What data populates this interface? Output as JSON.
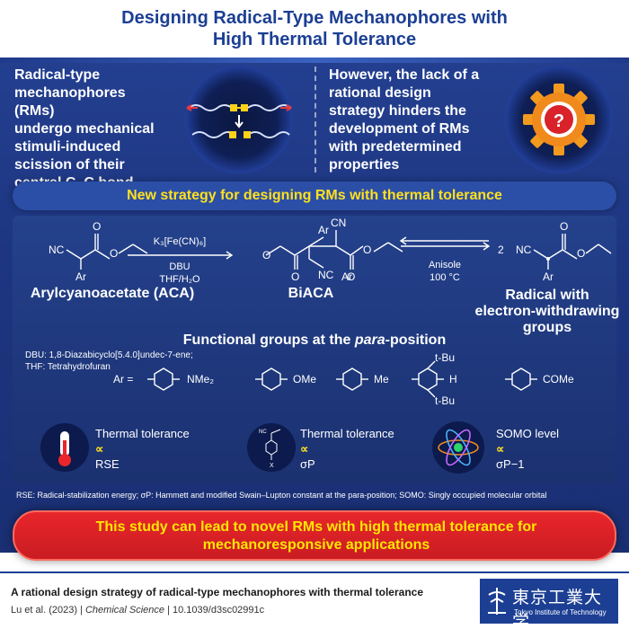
{
  "title": {
    "line1": "Designing Radical-Type Mechanophores with",
    "line2": "High Thermal Tolerance"
  },
  "intro_left": {
    "lines": [
      "Radical-type",
      "mechanophores (RMs)",
      "undergo mechanical",
      "stimuli-induced",
      "scission of their",
      "central C–C bond"
    ]
  },
  "intro_right": {
    "lines": [
      "However, the lack of a",
      "rational design",
      "strategy hinders the",
      "development of RMs",
      "with predetermined",
      "properties"
    ],
    "gear_mark": "?"
  },
  "strategy": {
    "text": "New strategy for designing RMs with thermal tolerance"
  },
  "scheme": {
    "aca_label": "Arylcyanoacetate (ACA)",
    "biaca_label": "BiACA",
    "radical_label_lines": [
      "Radical with",
      "electron-withdrawing",
      "groups"
    ],
    "reagent_oxidant": "K₃[Fe(CN)₆]",
    "reagent_base": "DBU",
    "reagent_solvent": "THF/H₂O",
    "condition_solvent": "Anisole",
    "condition_temp": "100 °C",
    "coefficient": "2",
    "atoms": {
      "nc": "NC",
      "cn": "CN",
      "o": "O",
      "ar": "Ar"
    }
  },
  "functional_groups": {
    "heading": "Functional groups at the para-position",
    "heading_plain": "Functional groups at the ",
    "heading_italic": "para",
    "heading_end": "-position",
    "abbrev_dbu": "DBU: 1,8-Diazabicyclo[5.4.0]undec-7-ene;",
    "abbrev_thf": "THF: Tetrahydrofuran",
    "ar_label": "Ar =",
    "groups": [
      "NMe₂",
      "OMe",
      "Me",
      "H",
      "COMe"
    ],
    "tbu": "t-Bu"
  },
  "correlations": [
    {
      "title": "Thermal tolerance",
      "symbol": "∝",
      "value": "RSE"
    },
    {
      "title": "Thermal tolerance",
      "symbol": "∝",
      "value": "σP"
    },
    {
      "title": "SOMO level",
      "symbol": "∝",
      "value": "σP−1"
    }
  ],
  "correlation_atoms": {
    "x": "X",
    "nc": "NC"
  },
  "footnote": "RSE: Radical-stabilization energy; σP: Hammett and modified Swain–Lupton constant at the para-position; SOMO: Singly occupied molecular orbital",
  "conclusion": {
    "line1": "This study can lead to novel RMs with high thermal tolerance for",
    "line2": "mechanoresponsive applications"
  },
  "footer": {
    "paper_title": "A rational design strategy of radical-type mechanophores with thermal tolerance",
    "citation_authors": "Lu et al. (2023)",
    "citation_sep1": " | ",
    "citation_journal": "Chemical Science",
    "citation_sep2": " | ",
    "citation_doi": "10.1039/d3sc02991c",
    "institution_jp": "東京工業大学",
    "institution_en": "Tokyo Institute of Technology"
  },
  "colors": {
    "title_blue": "#1c3f94",
    "panel_blue": "#1d3580",
    "highlight_yellow": "#ffe020",
    "conclusion_red": "#d9222a",
    "gear_orange": "#f08a1c"
  }
}
